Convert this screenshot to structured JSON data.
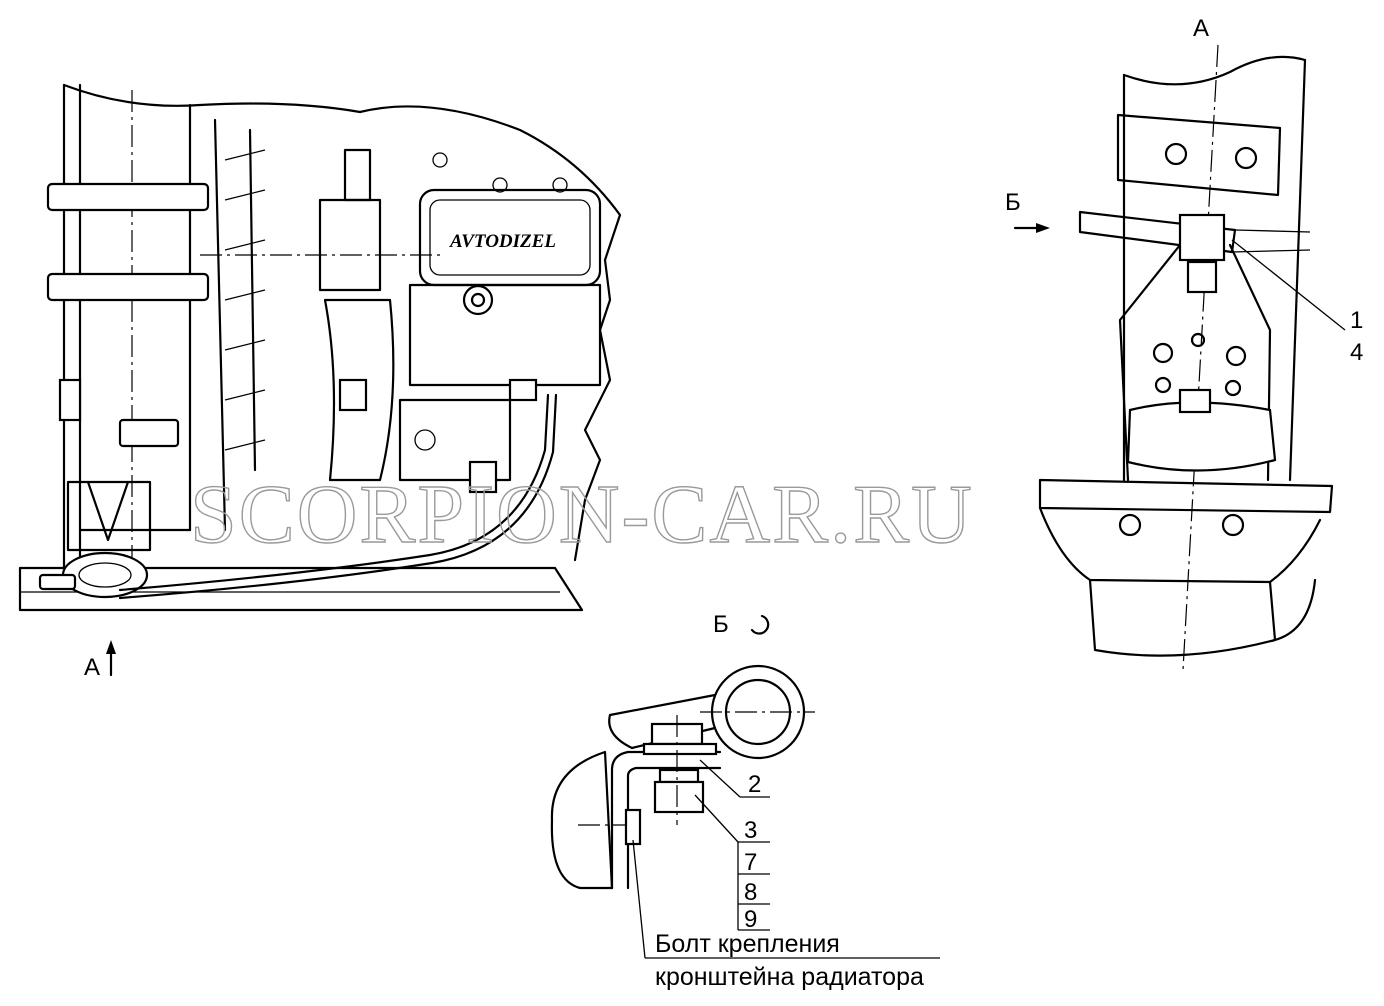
{
  "views": {
    "view_a_label": "А",
    "view_b_label": "Б",
    "arrow_a_label": "А",
    "arrow_b_label": "Б"
  },
  "engine_brand": "AVTODIZEL",
  "watermark": "SCORPION-CAR.RU",
  "callouts": {
    "view_a": [
      "1",
      "4"
    ],
    "view_b": [
      "2",
      "3",
      "7",
      "8",
      "9"
    ]
  },
  "note": {
    "line1": "Болт крепления",
    "line2": "кронштейна радиатора"
  },
  "colors": {
    "ink": "#000000",
    "watermark": "#9a9a9a",
    "background": "#ffffff"
  }
}
